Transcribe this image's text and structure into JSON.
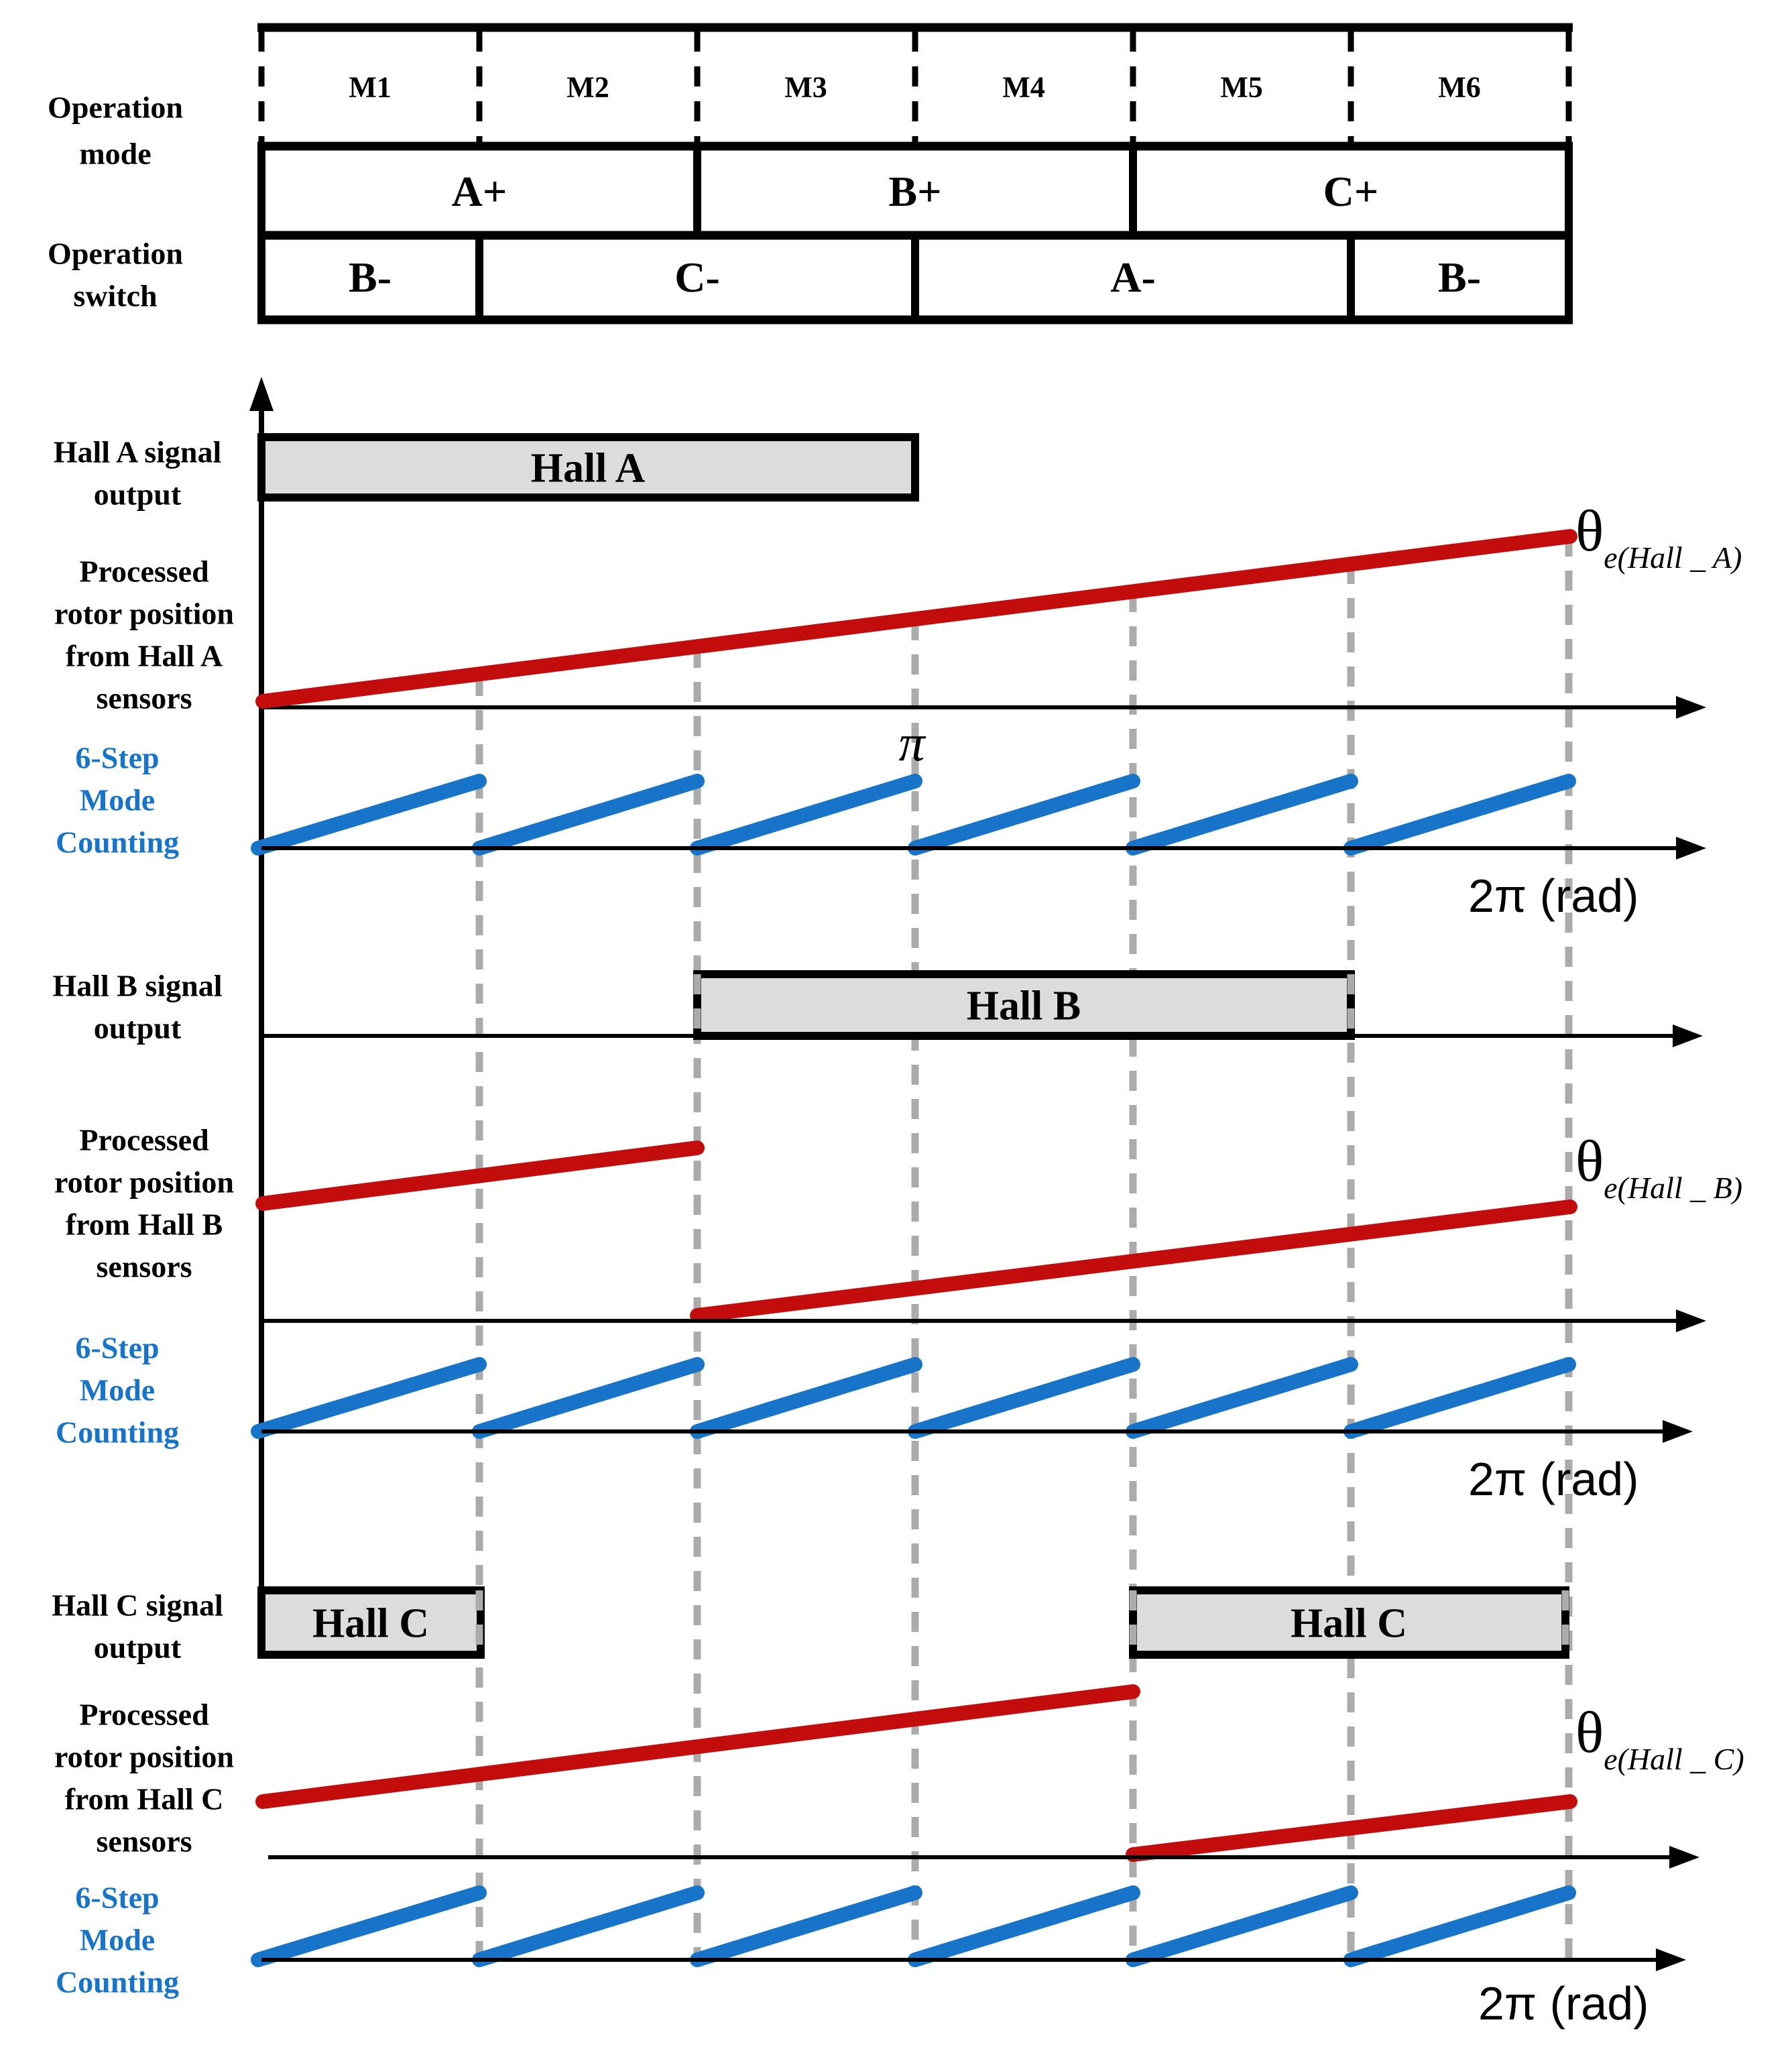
{
  "colors": {
    "red": "#c30d0d",
    "blue": "#1774c9",
    "gridline_gray": "#ababab",
    "box_fill": "#dcdcdc",
    "black": "#000000"
  },
  "table": {
    "left_labels": [
      [
        "Operation",
        "mode"
      ],
      [
        "Operation",
        "switch"
      ]
    ],
    "modes": [
      "M1",
      "M2",
      "M3",
      "M4",
      "M5",
      "M6"
    ],
    "plus": [
      "A+",
      "B+",
      "C+"
    ],
    "minus": [
      "B-",
      "C-",
      "A-",
      "B-"
    ]
  },
  "sections": [
    {
      "name": "hall-a",
      "signal_label": [
        "Hall A signal",
        "output"
      ],
      "processed_label": [
        "Processed",
        "rotor position",
        "from Hall A",
        "sensors"
      ],
      "counting_label": [
        "6-Step",
        "Mode",
        "Counting"
      ],
      "box_labels": [
        "Hall A"
      ],
      "theta": "θ",
      "theta_sub": "e(Hall _ A)",
      "pi": "π",
      "rad": "2π (rad)"
    },
    {
      "name": "hall-b",
      "signal_label": [
        "Hall B signal",
        "output"
      ],
      "processed_label": [
        "Processed",
        "rotor position",
        "from Hall B",
        "sensors"
      ],
      "counting_label": [
        "6-Step",
        "Mode",
        "Counting"
      ],
      "box_labels": [
        "Hall B"
      ],
      "theta": "θ",
      "theta_sub": "e(Hall _ B)",
      "rad": "2π (rad)"
    },
    {
      "name": "hall-c",
      "signal_label": [
        "Hall C signal",
        "output"
      ],
      "processed_label": [
        "Processed",
        "rotor position",
        "from Hall C",
        "sensors"
      ],
      "counting_label": [
        "6-Step",
        "Mode",
        "Counting"
      ],
      "box_labels": [
        "Hall C",
        "Hall C"
      ],
      "theta": "θ",
      "theta_sub": "e(Hall _ C)",
      "rad": "2π (rad)"
    }
  ],
  "chart_data": {
    "type": "line",
    "x_axis": {
      "unit": "rad",
      "range": [
        0,
        6.2832
      ],
      "tick_labels": [
        "π",
        "2π (rad)"
      ],
      "gridlines_rad": [
        1.0472,
        2.0944,
        3.1416,
        4.1888,
        5.236,
        6.2832
      ]
    },
    "commutation_table": {
      "modes": [
        "M1",
        "M2",
        "M3",
        "M4",
        "M5",
        "M6"
      ],
      "high_side": [
        {
          "switch": "A+",
          "modes": [
            "M1",
            "M2"
          ]
        },
        {
          "switch": "B+",
          "modes": [
            "M3",
            "M4"
          ]
        },
        {
          "switch": "C+",
          "modes": [
            "M5",
            "M6"
          ]
        }
      ],
      "low_side": [
        {
          "switch": "B-",
          "modes": [
            "M1"
          ]
        },
        {
          "switch": "C-",
          "modes": [
            "M2",
            "M3"
          ]
        },
        {
          "switch": "A-",
          "modes": [
            "M4",
            "M5"
          ]
        },
        {
          "switch": "B-",
          "modes": [
            "M6"
          ]
        }
      ]
    },
    "signals": [
      {
        "name": "Hall A signal output",
        "kind": "digital",
        "high_rad": [
          [
            0,
            3.1416
          ]
        ]
      },
      {
        "name": "Processed rotor position from Hall A sensors θe(Hall_A)",
        "kind": "ramp",
        "segments": [
          {
            "x": [
              0,
              6.2832
            ],
            "y": [
              0,
              6.2832
            ]
          }
        ]
      },
      {
        "name": "6-Step Mode Counting (Hall A)",
        "kind": "sawtooth",
        "period_rad": 1.0472,
        "teeth": 6,
        "amplitude_rad": 1.0472
      },
      {
        "name": "Hall B signal output",
        "kind": "digital",
        "high_rad": [
          [
            2.0944,
            5.236
          ]
        ]
      },
      {
        "name": "Processed rotor position from Hall B sensors θe(Hall_B)",
        "kind": "ramp",
        "segments": [
          {
            "x": [
              0,
              2.0944
            ],
            "y": [
              4.1888,
              6.2832
            ]
          },
          {
            "x": [
              2.0944,
              6.2832
            ],
            "y": [
              0,
              4.1888
            ]
          }
        ]
      },
      {
        "name": "6-Step Mode Counting (Hall B)",
        "kind": "sawtooth",
        "period_rad": 1.0472,
        "teeth": 6,
        "amplitude_rad": 1.0472
      },
      {
        "name": "Hall C signal output",
        "kind": "digital",
        "high_rad": [
          [
            0,
            1.0472
          ],
          [
            4.1888,
            6.2832
          ]
        ]
      },
      {
        "name": "Processed rotor position from Hall C sensors θe(Hall_C)",
        "kind": "ramp",
        "segments": [
          {
            "x": [
              0,
              4.1888
            ],
            "y": [
              2.0944,
              6.2832
            ]
          },
          {
            "x": [
              4.1888,
              6.2832
            ],
            "y": [
              0,
              2.0944
            ]
          }
        ]
      },
      {
        "name": "6-Step Mode Counting (Hall C)",
        "kind": "sawtooth",
        "period_rad": 1.0472,
        "teeth": 6,
        "amplitude_rad": 1.0472
      }
    ]
  }
}
